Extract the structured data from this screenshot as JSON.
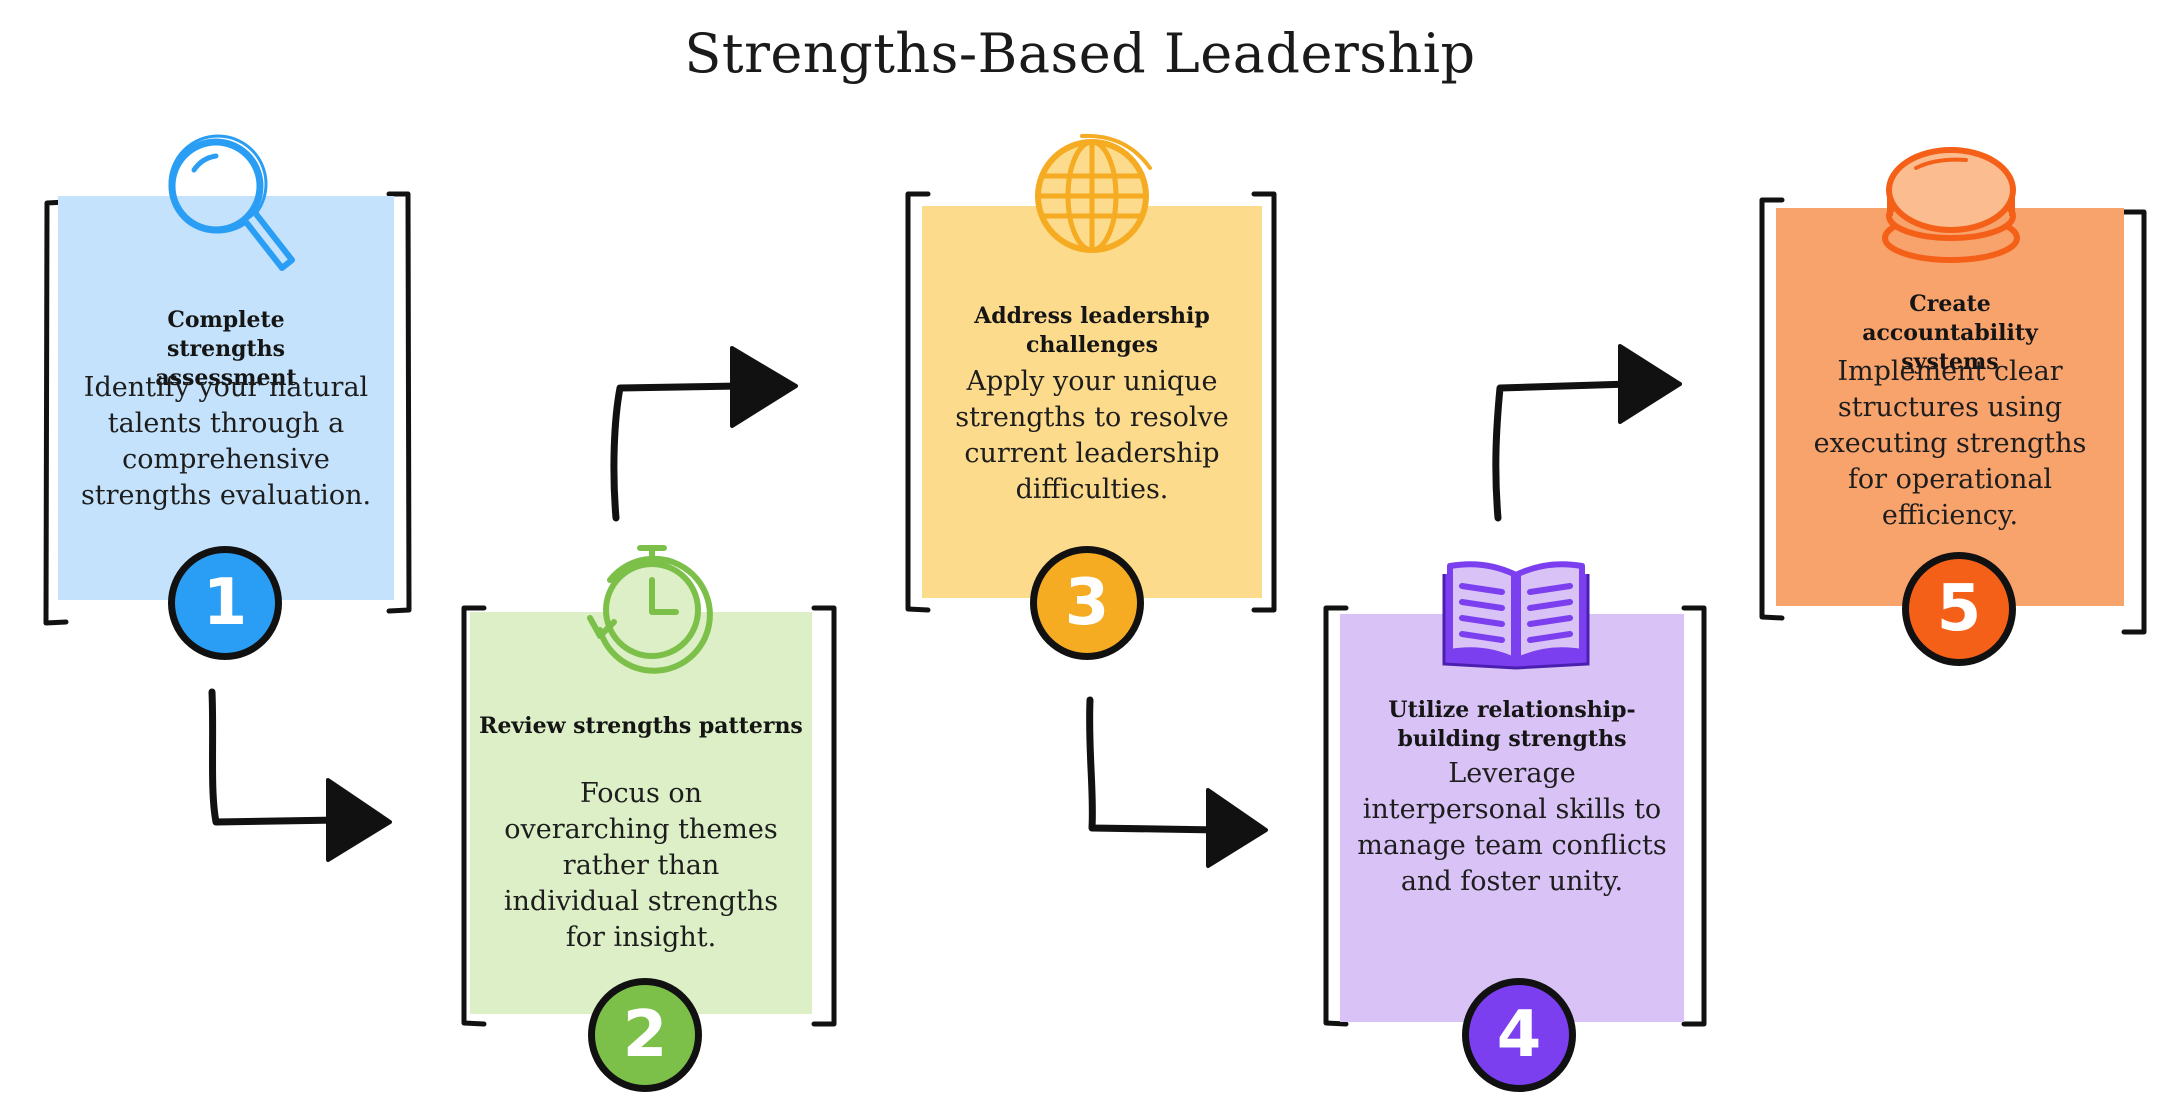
{
  "title": "Strengths-Based Leadership",
  "steps": [
    {
      "number": "1",
      "heading": "Complete strengths assessment",
      "description": "Identify your natural talents through a comprehensive strengths evaluation.",
      "color": "#c4e2fb",
      "accent": "#2a9df4",
      "icon": "magnifier-icon"
    },
    {
      "number": "2",
      "heading": "Review strengths patterns",
      "description": "Focus on overarching themes rather than individual strengths for insight.",
      "color": "#dcefc6",
      "accent": "#7cc04a",
      "icon": "clock-icon"
    },
    {
      "number": "3",
      "heading": "Address leadership challenges",
      "description": "Apply your unique strengths to resolve current leadership difficulties.",
      "color": "#fddb8c",
      "accent": "#f5ab22",
      "icon": "globe-icon"
    },
    {
      "number": "4",
      "heading": "Utilize relationship-building strengths",
      "description": "Leverage interpersonal skills to manage team conflicts and foster unity.",
      "color": "#d9c2f5",
      "accent": "#7b3ff0",
      "icon": "book-icon"
    },
    {
      "number": "5",
      "heading": "Create accountability systems",
      "description": "Implement clear structures using executing strengths for operational efficiency.",
      "color": "#f8a36c",
      "accent": "#f56018",
      "icon": "stack-icon"
    }
  ]
}
